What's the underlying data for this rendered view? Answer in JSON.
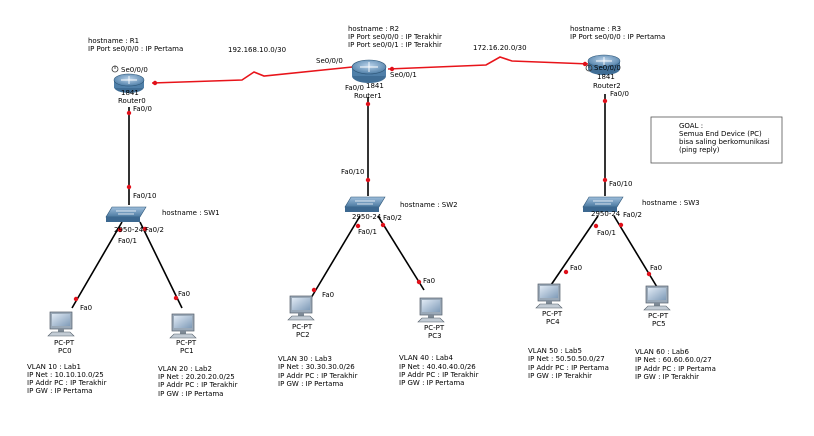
{
  "routers": [
    {
      "id": "r1",
      "model": "1841",
      "name": "Router0",
      "info": [
        "hostname : R1",
        "IP Port se0/0/0 : IP Pertama"
      ],
      "ports": {
        "serial": "Se0/0/0",
        "fa": "Fa0/0"
      }
    },
    {
      "id": "r2",
      "model": "1841",
      "name": "Router1",
      "info": [
        "hostname : R2",
        "IP Port se0/0/0 : IP Terakhir",
        "IP Port se0/0/1 : IP Terakhir"
      ],
      "ports": {
        "serial_left": "Se0/0/0",
        "serial_right": "Se0/0/1",
        "fa": "Fa0/0"
      }
    },
    {
      "id": "r3",
      "model": "1841",
      "name": "Router2",
      "info": [
        "hostname : R3",
        "IP Port se0/0/0 : IP Pertama"
      ],
      "ports": {
        "serial": "Se0/0/0",
        "fa": "Fa0/0"
      }
    }
  ],
  "wan_links": [
    {
      "network": "192.168.10.0/30"
    },
    {
      "network": "172.16.20.0/30"
    }
  ],
  "switches": [
    {
      "id": "sw1",
      "model": "2950-24",
      "hostname": "hostname : SW1",
      "uplink": "Fa0/10",
      "ports": [
        "Fa0/1",
        "Fa0/2"
      ]
    },
    {
      "id": "sw2",
      "model": "2950-24",
      "hostname": "hostname : SW2",
      "uplink": "Fa0/10",
      "ports": [
        "Fa0/1",
        "Fa0/2"
      ]
    },
    {
      "id": "sw3",
      "model": "2950-24",
      "hostname": "hostname : SW3",
      "uplink": "Fa0/10",
      "ports": [
        "Fa0/1",
        "Fa0/2"
      ]
    }
  ],
  "pcs": [
    {
      "id": "pc0",
      "type": "PC-PT",
      "name": "PC0",
      "port": "Fa0",
      "info": [
        "VLAN 10 : Lab1",
        "IP Net : 10.10.10.0/25",
        "IP Addr PC : IP Terakhir",
        "IP GW : IP Pertama"
      ]
    },
    {
      "id": "pc1",
      "type": "PC-PT",
      "name": "PC1",
      "port": "Fa0",
      "info": [
        "VLAN 20 : Lab2",
        "IP Net : 20.20.20.0/25",
        "IP Addr PC : IP Terakhir",
        "IP GW : IP Pertama"
      ]
    },
    {
      "id": "pc2",
      "type": "PC-PT",
      "name": "PC2",
      "port": "Fa0",
      "info": [
        "VLAN 30 : Lab3",
        "IP Net : 30.30.30.0/26",
        "IP Addr PC : IP Terakhir",
        "IP GW : IP Pertama"
      ]
    },
    {
      "id": "pc3",
      "type": "PC-PT",
      "name": "PC3",
      "port": "Fa0",
      "info": [
        "VLAN 40 : Lab4",
        "IP Net : 40.40.40.0/26",
        "IP Addr PC : IP Terakhir",
        "IP GW : IP Pertama"
      ]
    },
    {
      "id": "pc4",
      "type": "PC-PT",
      "name": "PC4",
      "port": "Fa0",
      "info": [
        "VLAN 50 : Lab5",
        "IP Net : 50.50.50.0/27",
        "IP Addr PC : IP Pertama",
        "IP GW : IP Terakhir"
      ]
    },
    {
      "id": "pc5",
      "type": "PC-PT",
      "name": "PC5",
      "port": "Fa0",
      "info": [
        "VLAN 60 : Lab6",
        "IP Net : 60.60.60.0/27",
        "IP Addr PC : IP Pertama",
        "IP GW : IP Terakhir"
      ]
    }
  ],
  "goal": [
    "GOAL :",
    "Semua End Device (PC)",
    "bisa saling berkomunikasi",
    "(ping reply)"
  ],
  "colors": {
    "serial_link": "#e8141a",
    "ethernet_link": "#000000",
    "router_body": "#4f7fa8",
    "switch_body": "#4a78a0",
    "link_dot": "#e0101a"
  }
}
